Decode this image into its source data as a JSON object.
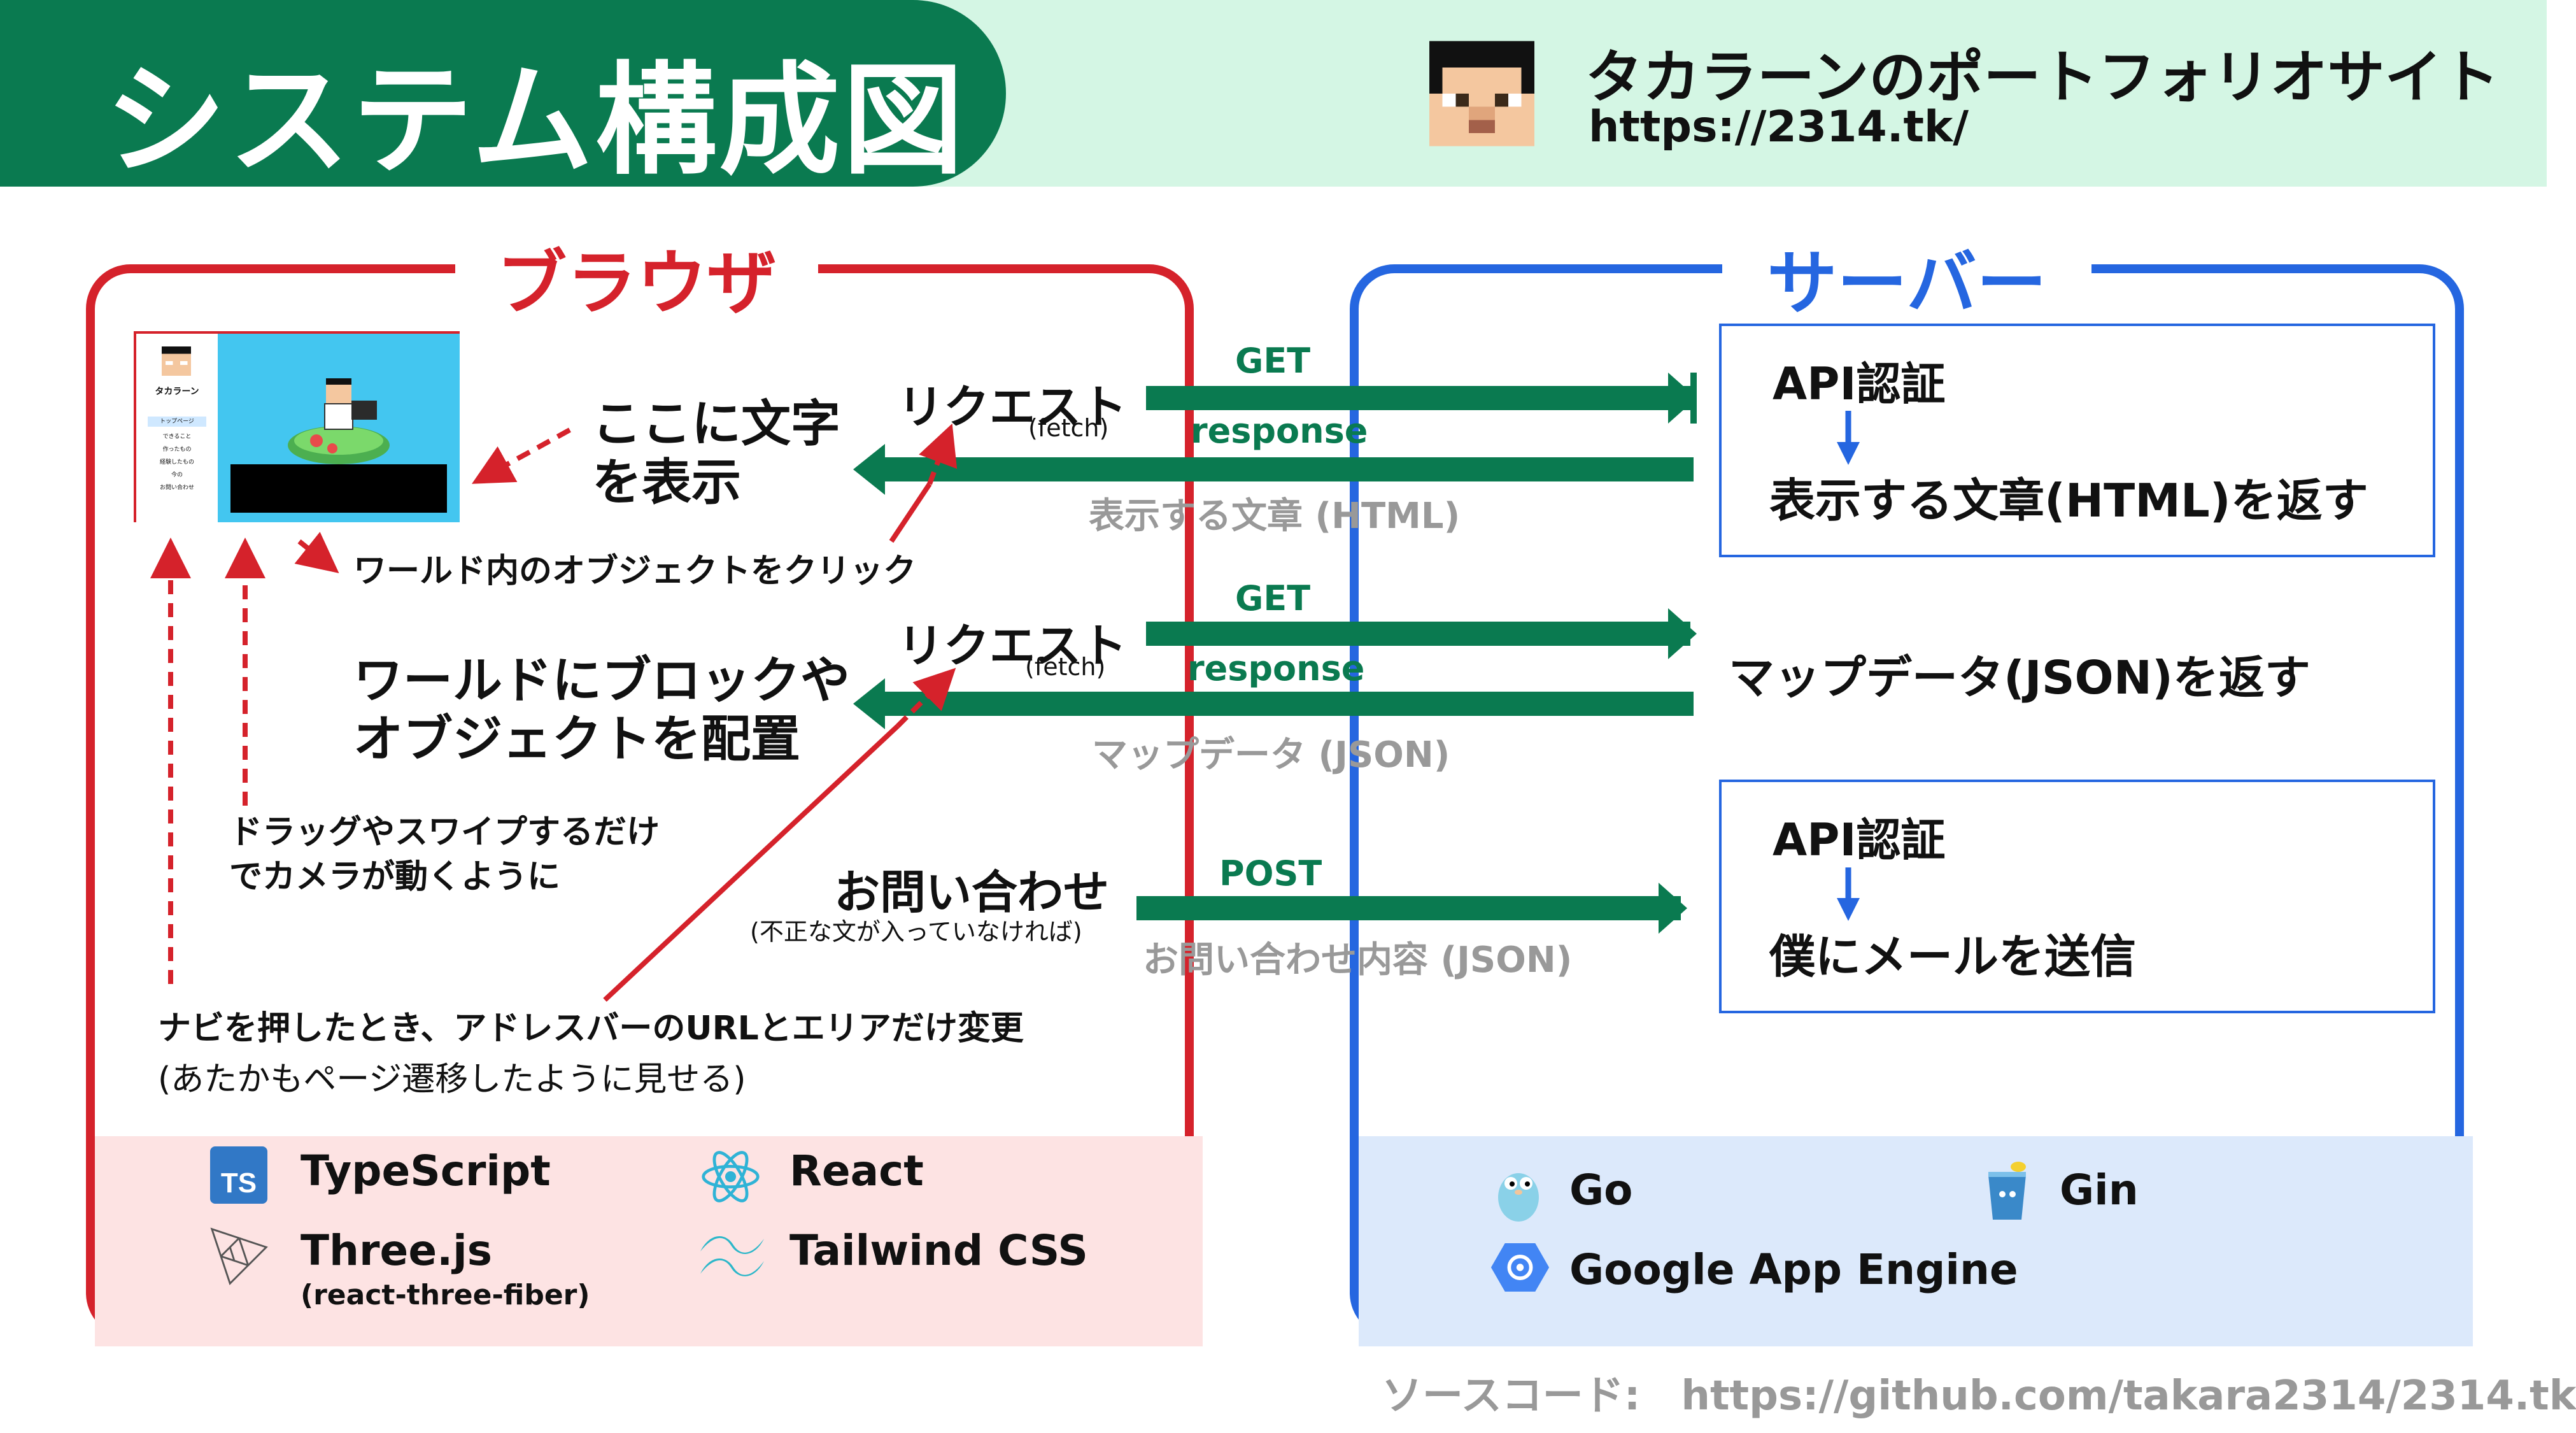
{
  "header": {
    "title": "システム構成図",
    "portfolio_title": "タカラーンのポートフォリオサイト",
    "portfolio_url": "https://2314.tk/"
  },
  "browser": {
    "label": "ブラウザ",
    "screenshot": {
      "name": "タカラーン",
      "nav_items": [
        "トップページ",
        "できること",
        "作ったもの",
        "経験したもの",
        "今の",
        "お問い合わせ"
      ]
    },
    "here_text": [
      "ここに文字",
      "を表示"
    ],
    "click_note": "ワールド内のオブジェクトをクリック",
    "world_text": [
      "ワールドにブロックや",
      "オブジェクトを配置"
    ],
    "drag_note": [
      "ドラッグやスワイプするだけ",
      "でカメラが動くように"
    ],
    "nav_note": "ナビを押したとき、アドレスバーのURLとエリアだけ変更",
    "nav_note_sub": "(あたかもページ遷移したように見せる)",
    "tech": [
      {
        "name": "TypeScript",
        "icon": "typescript-icon"
      },
      {
        "name": "React",
        "icon": "react-icon"
      },
      {
        "name": "Three.js",
        "sub": "(react-three-fiber)",
        "icon": "threejs-icon"
      },
      {
        "name": "Tailwind CSS",
        "icon": "tailwind-icon"
      }
    ]
  },
  "flows": [
    {
      "label": "リクエスト",
      "sub": "(fetch)",
      "method": "GET",
      "response": "response",
      "payload": "表示する文章 (HTML)"
    },
    {
      "label": "リクエスト",
      "sub": "(fetch)",
      "method": "GET",
      "response": "response",
      "payload": "マップデータ (JSON)"
    },
    {
      "label": "お問い合わせ",
      "sub": "(不正な文が入っていなければ)",
      "method": "POST",
      "payload": "お問い合わせ内容 (JSON)"
    }
  ],
  "server": {
    "label": "サーバー",
    "box1": {
      "head": "API認証",
      "action": "表示する文章(HTML)を返す"
    },
    "map_action": "マップデータ(JSON)を返す",
    "box2": {
      "head": "API認証",
      "action": "僕にメールを送信"
    },
    "tech": [
      {
        "name": "Go",
        "icon": "gopher-icon"
      },
      {
        "name": "Gin",
        "icon": "gin-icon"
      },
      {
        "name": "Google App Engine",
        "icon": "app-engine-icon"
      }
    ]
  },
  "footer": {
    "source_code": "ソースコード:　https://github.com/takara2314/2314.tk"
  },
  "colors": {
    "green": "#0a7a50",
    "red": "#d5222b",
    "blue": "#2566e0",
    "gray": "#999999"
  }
}
